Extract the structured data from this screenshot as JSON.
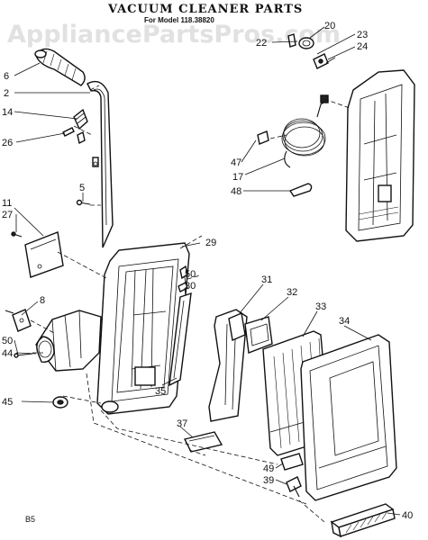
{
  "title": "Vacuum Cleaner Parts",
  "subtitle": "For Model 118.38820",
  "watermark": "AppliancePartsPros.com",
  "page_code": "B5",
  "callouts": {
    "c2": "2",
    "c5": "5",
    "c6": "6",
    "c8": "8",
    "c11": "11",
    "c14": "14",
    "c17": "17",
    "c20": "20",
    "c22": "22",
    "c23": "23",
    "c24": "24",
    "c26": "26",
    "c27": "27",
    "c29": "29",
    "c30": "30",
    "c31": "31",
    "c32": "32",
    "c33": "33",
    "c34": "34",
    "c35": "35",
    "c37": "37",
    "c39": "39",
    "c40": "40",
    "c44": "44",
    "c45": "45",
    "c47": "47",
    "c48": "48",
    "c49": "49",
    "c50a": "50",
    "c50b": "50"
  }
}
